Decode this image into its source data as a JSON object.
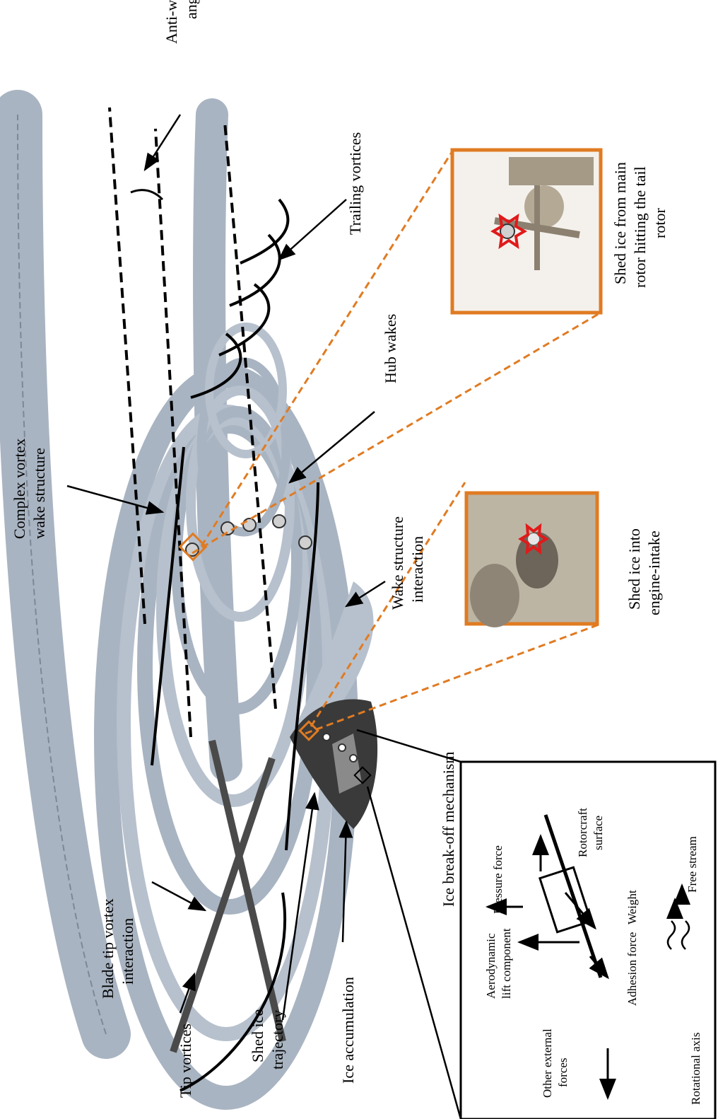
{
  "figure": {
    "labels": {
      "anti_wake_skew": [
        "Anti-wake skew",
        "angle"
      ],
      "trailing_vortices": [
        "Trailing vortices"
      ],
      "hub_wakes": [
        "Hub wakes"
      ],
      "complex_vortex": [
        "Complex vortex",
        "wake structure"
      ],
      "wake_interaction": [
        "Wake structure",
        "interaction"
      ],
      "blade_tip_vortex": [
        "Blade tip vortex",
        "interaction"
      ],
      "tip_vortices": [
        "Tip vortices"
      ],
      "shed_ice_trajectory": [
        "Shed ice",
        "trajectory"
      ],
      "ice_accumulation": [
        "Ice accumulation"
      ],
      "tail_rotor_caption": [
        "Shed ice from main",
        "rotor hitting the tail",
        "rotor"
      ],
      "engine_intake_caption": [
        "Shed ice into",
        "engine-intake"
      ]
    },
    "mechanism": {
      "title": "Ice break-off mechanism",
      "pressure_force": "Pressure force",
      "aero_lift": [
        "Aerodynamic",
        "lift component"
      ],
      "rotorcraft_surface": [
        "Rotorcraft",
        "surface"
      ],
      "free_stream": "Free stream",
      "weight": "Weight",
      "adhesion_force": "Adhesion force",
      "other_external": [
        "Other external",
        "forces"
      ],
      "rotational_axis": "Rotational axis"
    },
    "colors": {
      "vortex": "#a9b4c2",
      "vortex_shade": "#7d8897",
      "accent_orange": "#e07b22",
      "marker_red": "#e01a1a",
      "fuselage": "#3a3a3a"
    }
  }
}
